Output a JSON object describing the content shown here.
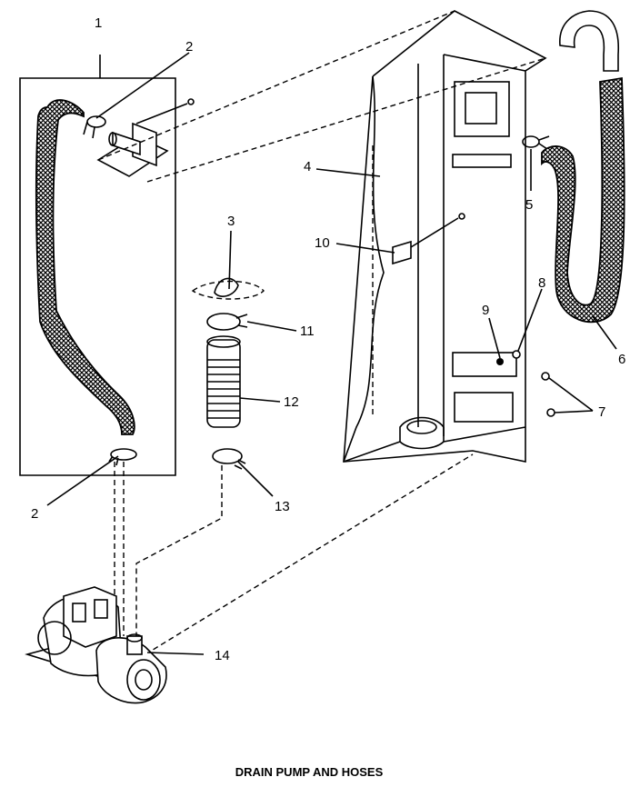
{
  "callouts": [
    "1",
    "2",
    "2",
    "3",
    "4",
    "5",
    "6",
    "7",
    "8",
    "9",
    "10",
    "11",
    "12",
    "13",
    "14"
  ],
  "caption": "DRAIN PUMP AND HOSES",
  "colors": {
    "ink": "#000000",
    "paper": "#ffffff",
    "hose_fill": "#3a3a3a"
  }
}
